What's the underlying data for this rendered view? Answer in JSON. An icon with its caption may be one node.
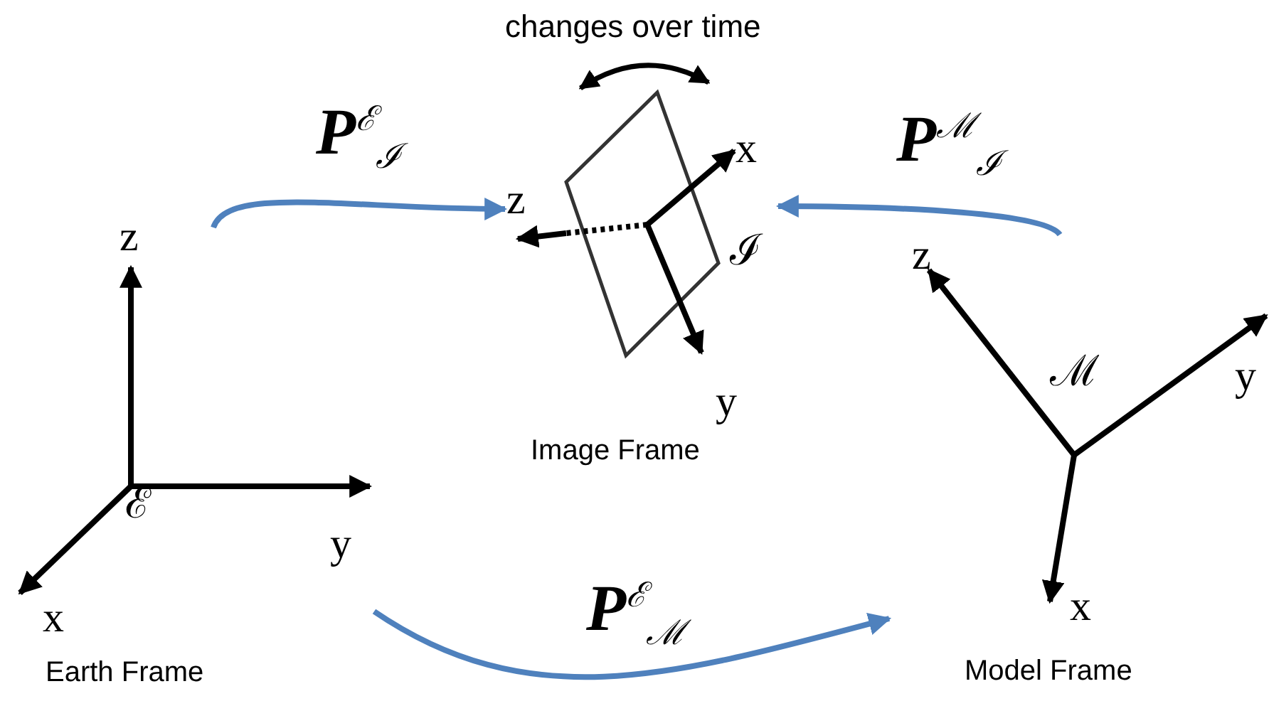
{
  "diagram": {
    "nodes": [
      {
        "text": [
          "Earth Frame"
        ]
      },
      {
        "text": [
          "Image Frame"
        ]
      },
      {
        "text": [
          "Model Frame"
        ]
      }
    ],
    "edges": [
      {
        "from": 0,
        "to": 1,
        "arrow": "to",
        "label": "**P**$^{ℰ}$$_{ℐ}$"
      },
      {
        "from": 2,
        "to": 1,
        "arrow": "to",
        "label": "**P**$^{ℳ}$$_{ℐ}$"
      },
      {
        "from": 0,
        "to": 2,
        "arrow": "to",
        "label": "**P**$^{ℰ}$$_{ℳ}$"
      }
    ],
    "labels": [
      "changes over time",
      "x",
      "z",
      "ℐ",
      "y",
      "z",
      "z",
      "ℳ",
      "y",
      "ℰ",
      "y",
      "x",
      "x"
    ]
  }
}
